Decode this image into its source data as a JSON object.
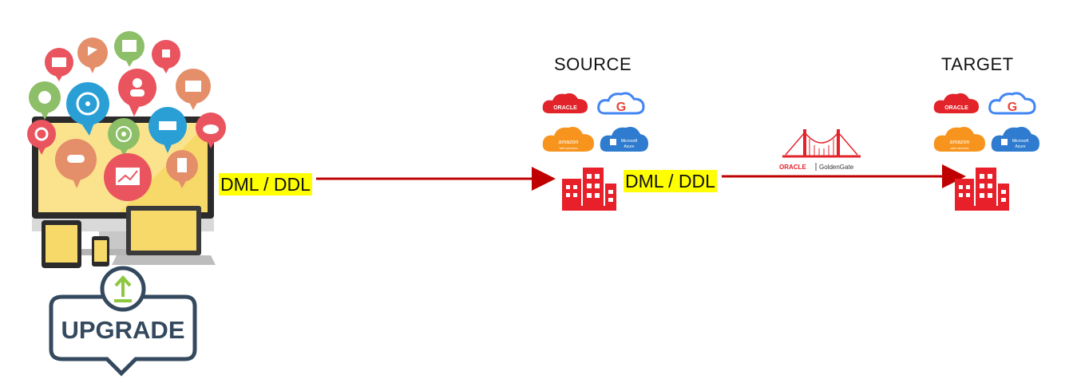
{
  "labels": {
    "source": "SOURCE",
    "target": "TARGET",
    "dml_ddl_1": "DML / DDL",
    "dml_ddl_2": "DML / DDL",
    "upgrade": "UPGRADE"
  },
  "clouds": {
    "oracle": "ORACLE",
    "aws_line1": "amazon",
    "aws_line2": "web services",
    "azure_line1": "Microsoft",
    "azure_line2": "Azure"
  },
  "goldengate": {
    "brand": "ORACLE",
    "product": "GoldenGate"
  },
  "colors": {
    "arrow": "#c00000",
    "highlight": "#ffff00",
    "building": "#e8202a",
    "oracle_cloud": "#e2232a",
    "aws_cloud": "#f7941d",
    "azure_cloud": "#2e7bcf",
    "upgrade_badge": "#34495e",
    "upgrade_arrow": "#8dc63f"
  },
  "icons": [
    "video-icon",
    "gear-icon",
    "chart-icon",
    "user-icon",
    "cart-icon",
    "calendar-icon",
    "puzzle-icon",
    "target-icon",
    "cloud-icon",
    "pill-icon",
    "building-icon",
    "medkit-icon"
  ]
}
